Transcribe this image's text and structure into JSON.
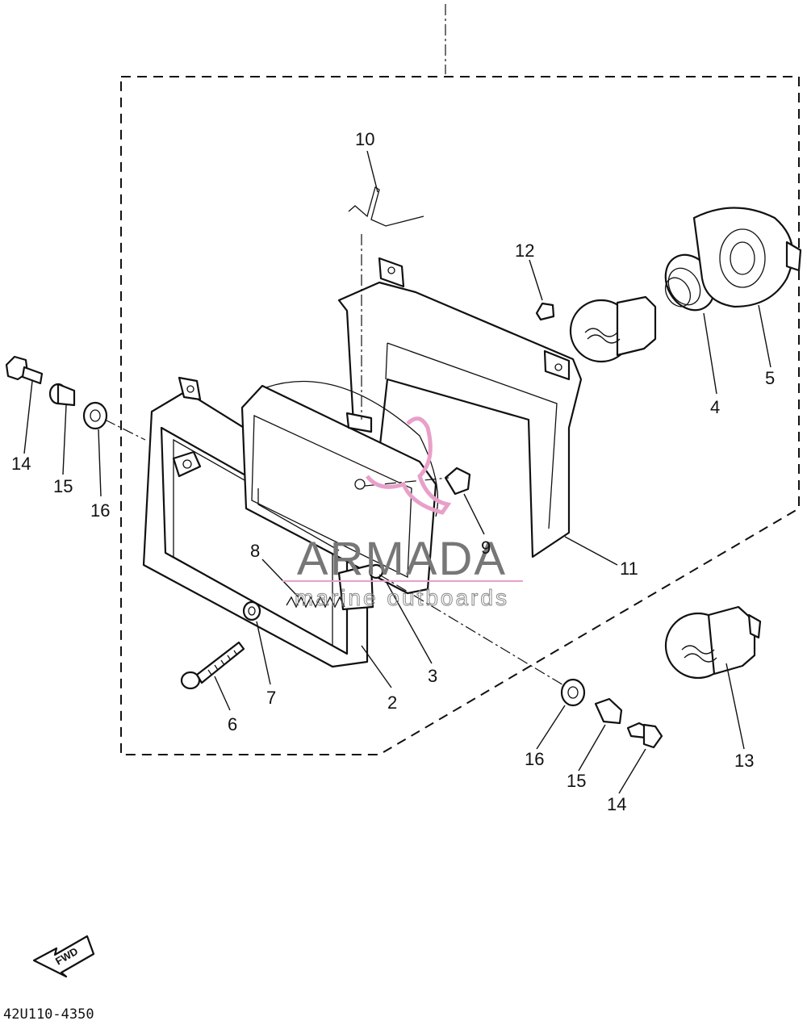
{
  "diagram": {
    "part_code": "42U110-4350",
    "fwd_label": "FWD",
    "watermark": {
      "main": "ARMADA",
      "sub": "marine outboards"
    },
    "callouts": [
      {
        "id": "c2",
        "label": "2"
      },
      {
        "id": "c3",
        "label": "3"
      },
      {
        "id": "c4",
        "label": "4"
      },
      {
        "id": "c5",
        "label": "5"
      },
      {
        "id": "c6",
        "label": "6"
      },
      {
        "id": "c7",
        "label": "7"
      },
      {
        "id": "c8",
        "label": "8"
      },
      {
        "id": "c9",
        "label": "9"
      },
      {
        "id": "c10",
        "label": "10"
      },
      {
        "id": "c11",
        "label": "11"
      },
      {
        "id": "c12",
        "label": "12"
      },
      {
        "id": "c13",
        "label": "13"
      },
      {
        "id": "c14a",
        "label": "14"
      },
      {
        "id": "c15a",
        "label": "15"
      },
      {
        "id": "c16a",
        "label": "16"
      },
      {
        "id": "c14b",
        "label": "14"
      },
      {
        "id": "c15b",
        "label": "15"
      },
      {
        "id": "c16b",
        "label": "16"
      }
    ]
  }
}
